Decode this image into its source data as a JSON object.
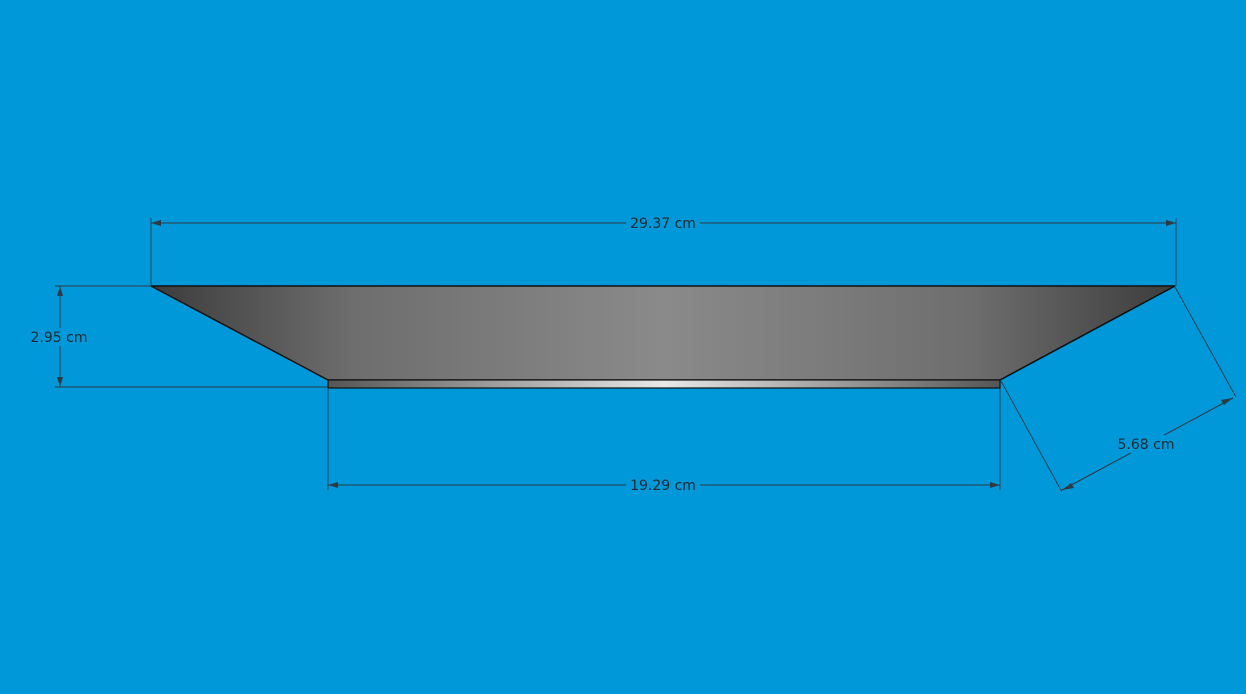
{
  "background_color": "#0098d9",
  "object_colors": {
    "face_dark": "#3c3c3c",
    "face_light": "#8a8a8a",
    "base_light": "#e8e8e8",
    "outline": "#111111"
  },
  "dimensions": {
    "top_width": "29.37 cm",
    "height": "2.95 cm",
    "bottom_width": "19.29 cm",
    "slant_length": "5.68 cm"
  }
}
